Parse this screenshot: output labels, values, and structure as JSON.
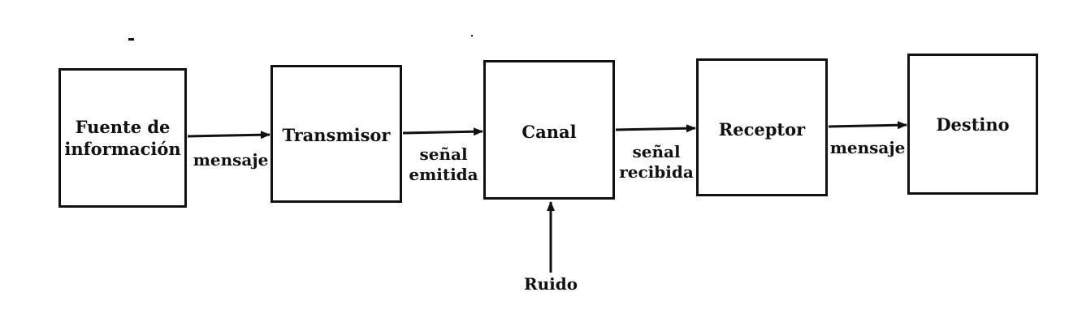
{
  "blocks": {
    "source": {
      "line1": "Fuente de",
      "line2": "información"
    },
    "transmitter": "Transmisor",
    "channel": "Canal",
    "receiver": "Receptor",
    "destination": "Destino"
  },
  "edges": {
    "message_out": "mensaje",
    "emitted_line1": "señal",
    "emitted_line2": "emitida",
    "received_line1": "señal",
    "received_line2": "recibida",
    "message_in": "mensaje"
  },
  "noise": "Ruido"
}
